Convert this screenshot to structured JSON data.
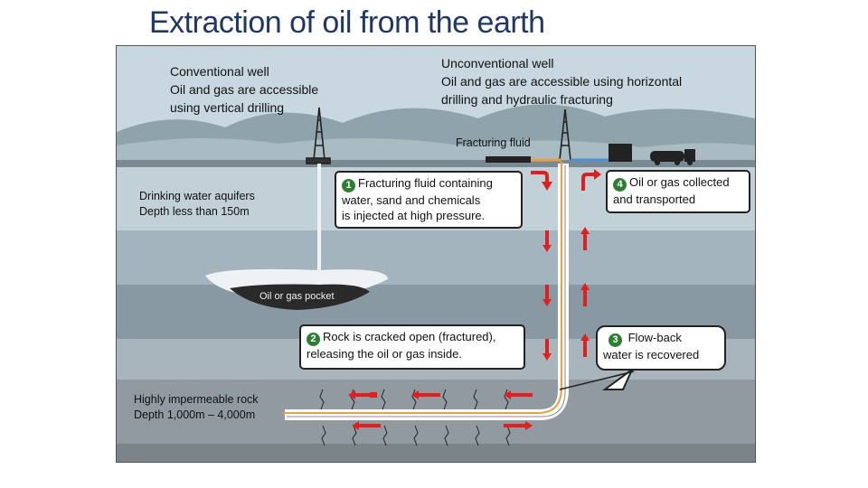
{
  "title": "Extraction of oil from the earth",
  "conventional": {
    "heading": "Conventional well",
    "line1": "Oil and gas are accessible",
    "line2": "using vertical drilling"
  },
  "unconventional": {
    "heading": "Unconventional well",
    "line1": "Oil and gas are accessible using horizontal",
    "line2": "drilling and hydraulic fracturing"
  },
  "fracturing_fluid_label": "Fracturing fluid",
  "aquifers": {
    "line1": "Drinking water aquifers",
    "line2": "Depth less than 150m"
  },
  "pocket_label": "Oil or gas pocket",
  "rock": {
    "line1": "Highly impermeable rock",
    "line2": "Depth 1,000m – 4,000m"
  },
  "steps": [
    {
      "num": "1",
      "line1": "Fracturing fluid containing",
      "line2": "water,  sand and chemicals",
      "line3": "is injected at high pressure."
    },
    {
      "num": "2",
      "line1": "Rock is cracked open (fractured),",
      "line2": "releasing the oil or gas inside."
    },
    {
      "num": "3",
      "line1": " Flow-back",
      "line2": "water is recovered"
    },
    {
      "num": "4",
      "line1": "Oil or gas collected",
      "line2": "and transported"
    }
  ],
  "colors": {
    "title": "#1f3864",
    "arrow": "#e02020",
    "step_badge": "#2e7d32",
    "fluid_line": "#e8a040",
    "return_line": "#4a90d9"
  }
}
